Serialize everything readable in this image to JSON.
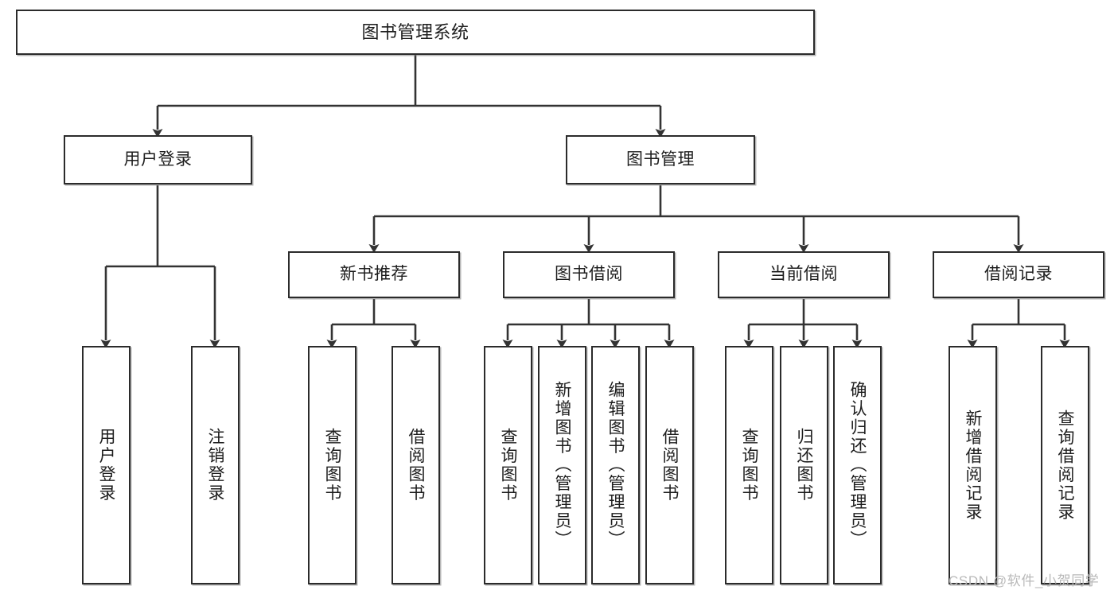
{
  "diagram": {
    "title": "图书管理系统",
    "type": "tree-hierarchy-chart",
    "orientation": "top-down",
    "colors": {
      "box_border": "#2b2b2b",
      "box_fill": "#ffffff",
      "connector": "#333333",
      "text": "#1d1d1d",
      "watermark": "#b9b9b9",
      "background": "#ffffff"
    }
  },
  "nodes": {
    "root": {
      "label": "图书管理系统",
      "level": 1,
      "orientation": "horizontal"
    },
    "user_login": {
      "label": "用户登录",
      "level": 2,
      "orientation": "horizontal"
    },
    "book_manage": {
      "label": "图书管理",
      "level": 2,
      "orientation": "horizontal"
    },
    "new_book_rec": {
      "label": "新书推荐",
      "level": 3,
      "orientation": "horizontal"
    },
    "book_borrow": {
      "label": "图书借阅",
      "level": 3,
      "orientation": "horizontal"
    },
    "current_borrow": {
      "label": "当前借阅",
      "level": 3,
      "orientation": "horizontal"
    },
    "borrow_record": {
      "label": "借阅记录",
      "level": 3,
      "orientation": "horizontal"
    },
    "leaf_user_login": {
      "label": "用户登录",
      "level": 4,
      "orientation": "vertical"
    },
    "leaf_logout": {
      "label": "注销登录",
      "level": 4,
      "orientation": "vertical"
    },
    "leaf_query_book_1": {
      "label": "查询图书",
      "level": 4,
      "orientation": "vertical"
    },
    "leaf_borrow_book_1": {
      "label": "借阅图书",
      "level": 4,
      "orientation": "vertical"
    },
    "leaf_query_book_2": {
      "label": "查询图书",
      "level": 4,
      "orientation": "vertical"
    },
    "leaf_add_book": {
      "label": "新增图书（管理员）",
      "level": 4,
      "orientation": "vertical"
    },
    "leaf_edit_book": {
      "label": "编辑图书（管理员）",
      "level": 4,
      "orientation": "vertical"
    },
    "leaf_borrow_book_2": {
      "label": "借阅图书",
      "level": 4,
      "orientation": "vertical"
    },
    "leaf_query_book_3": {
      "label": "查询图书",
      "level": 4,
      "orientation": "vertical"
    },
    "leaf_return_book": {
      "label": "归还图书",
      "level": 4,
      "orientation": "vertical"
    },
    "leaf_confirm_return": {
      "label": "确认归还（管理员）",
      "level": 4,
      "orientation": "vertical"
    },
    "leaf_add_record": {
      "label": "新增借阅记录",
      "level": 4,
      "orientation": "vertical"
    },
    "leaf_query_record": {
      "label": "查询借阅记录",
      "level": 4,
      "orientation": "vertical"
    }
  },
  "edges": [
    {
      "from": "root",
      "to": "user_login"
    },
    {
      "from": "root",
      "to": "book_manage"
    },
    {
      "from": "user_login",
      "to": "leaf_user_login"
    },
    {
      "from": "user_login",
      "to": "leaf_logout"
    },
    {
      "from": "book_manage",
      "to": "new_book_rec"
    },
    {
      "from": "book_manage",
      "to": "book_borrow"
    },
    {
      "from": "book_manage",
      "to": "current_borrow"
    },
    {
      "from": "book_manage",
      "to": "borrow_record"
    },
    {
      "from": "new_book_rec",
      "to": "leaf_query_book_1"
    },
    {
      "from": "new_book_rec",
      "to": "leaf_borrow_book_1"
    },
    {
      "from": "book_borrow",
      "to": "leaf_query_book_2"
    },
    {
      "from": "book_borrow",
      "to": "leaf_add_book"
    },
    {
      "from": "book_borrow",
      "to": "leaf_edit_book"
    },
    {
      "from": "book_borrow",
      "to": "leaf_borrow_book_2"
    },
    {
      "from": "current_borrow",
      "to": "leaf_query_book_3"
    },
    {
      "from": "current_borrow",
      "to": "leaf_return_book"
    },
    {
      "from": "current_borrow",
      "to": "leaf_confirm_return"
    },
    {
      "from": "borrow_record",
      "to": "leaf_add_record"
    },
    {
      "from": "borrow_record",
      "to": "leaf_query_record"
    }
  ],
  "watermark": {
    "text": "CSDN @软件_小贺同学"
  }
}
